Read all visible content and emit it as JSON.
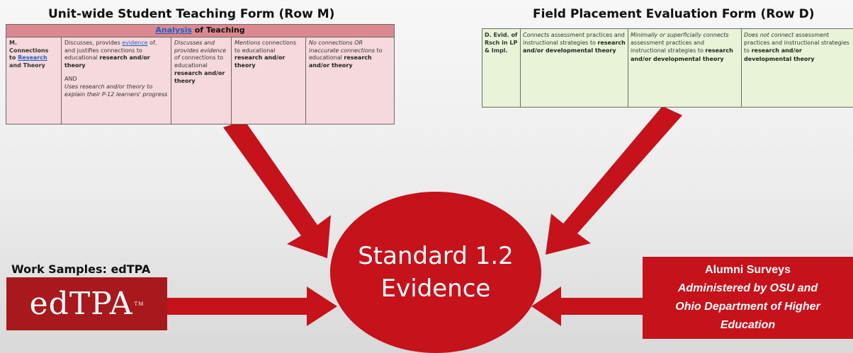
{
  "left_form": {
    "title": "Unit-wide Student Teaching Form (Row M)",
    "header_link": "Analysis",
    "header_rest": " of Teaching",
    "row_label": {
      "m": "M.",
      "c": "Connections",
      "to": "to ",
      "research": "Research",
      "and_theory": "and Theory"
    },
    "col1": {
      "p1": "Discusses, provides ",
      "evidence": "evidence",
      "p2": " of, and justifies connections to educational ",
      "research": "research",
      "andtheory": " and/or theory",
      "and": "AND",
      "italic": "Uses research and/or theory to explain their P-12 learners' progress"
    },
    "col2": {
      "italic": "Discusses and provides evidence of",
      "p": " connections to educational ",
      "research": "research",
      "andtheory": " and/or theory"
    },
    "col3": {
      "italic": "Mentions",
      "p": " connections to educational ",
      "research": "research",
      "andtheory": " and/or theory"
    },
    "col4": {
      "italic": "No connections OR inaccurate connections",
      "p": " to educational ",
      "research": "research",
      "andtheory": " and/or theory"
    }
  },
  "right_form": {
    "title": "Field Placement Evaluation Form (Row D)",
    "row_label": "D. Evid. of Rsch in LP & Impl.",
    "col1": {
      "italic": "Connects",
      "p": " assessment practices and instructional strategies to ",
      "bold": "research and/or developmental theory"
    },
    "col2": {
      "italic": "Minimally or superficially connects",
      "p": " assessment practices and instructional strategies to ",
      "bold": "research and/or developmental theory"
    },
    "col3": {
      "italic": "Does not connect",
      "p": " assessment practices and instructional strategies to ",
      "bold": "research and/or developmental theory"
    }
  },
  "center": {
    "line1": "Standard 1.2",
    "line2": "Evidence"
  },
  "work_samples": {
    "label": "Work Samples: edTPA",
    "logo": "edTPA",
    "tm": "TM"
  },
  "alumni": {
    "line1": "Alumni Surveys",
    "line2": "Administered by OSU and",
    "line3": "Ohio Department of Higher",
    "line4": "Education"
  },
  "colors": {
    "red": "#c5121b",
    "dark_red": "#a8191e",
    "pink": "#f6d9dc",
    "pink_header": "#dc8891",
    "green": "#e8f3d8"
  }
}
